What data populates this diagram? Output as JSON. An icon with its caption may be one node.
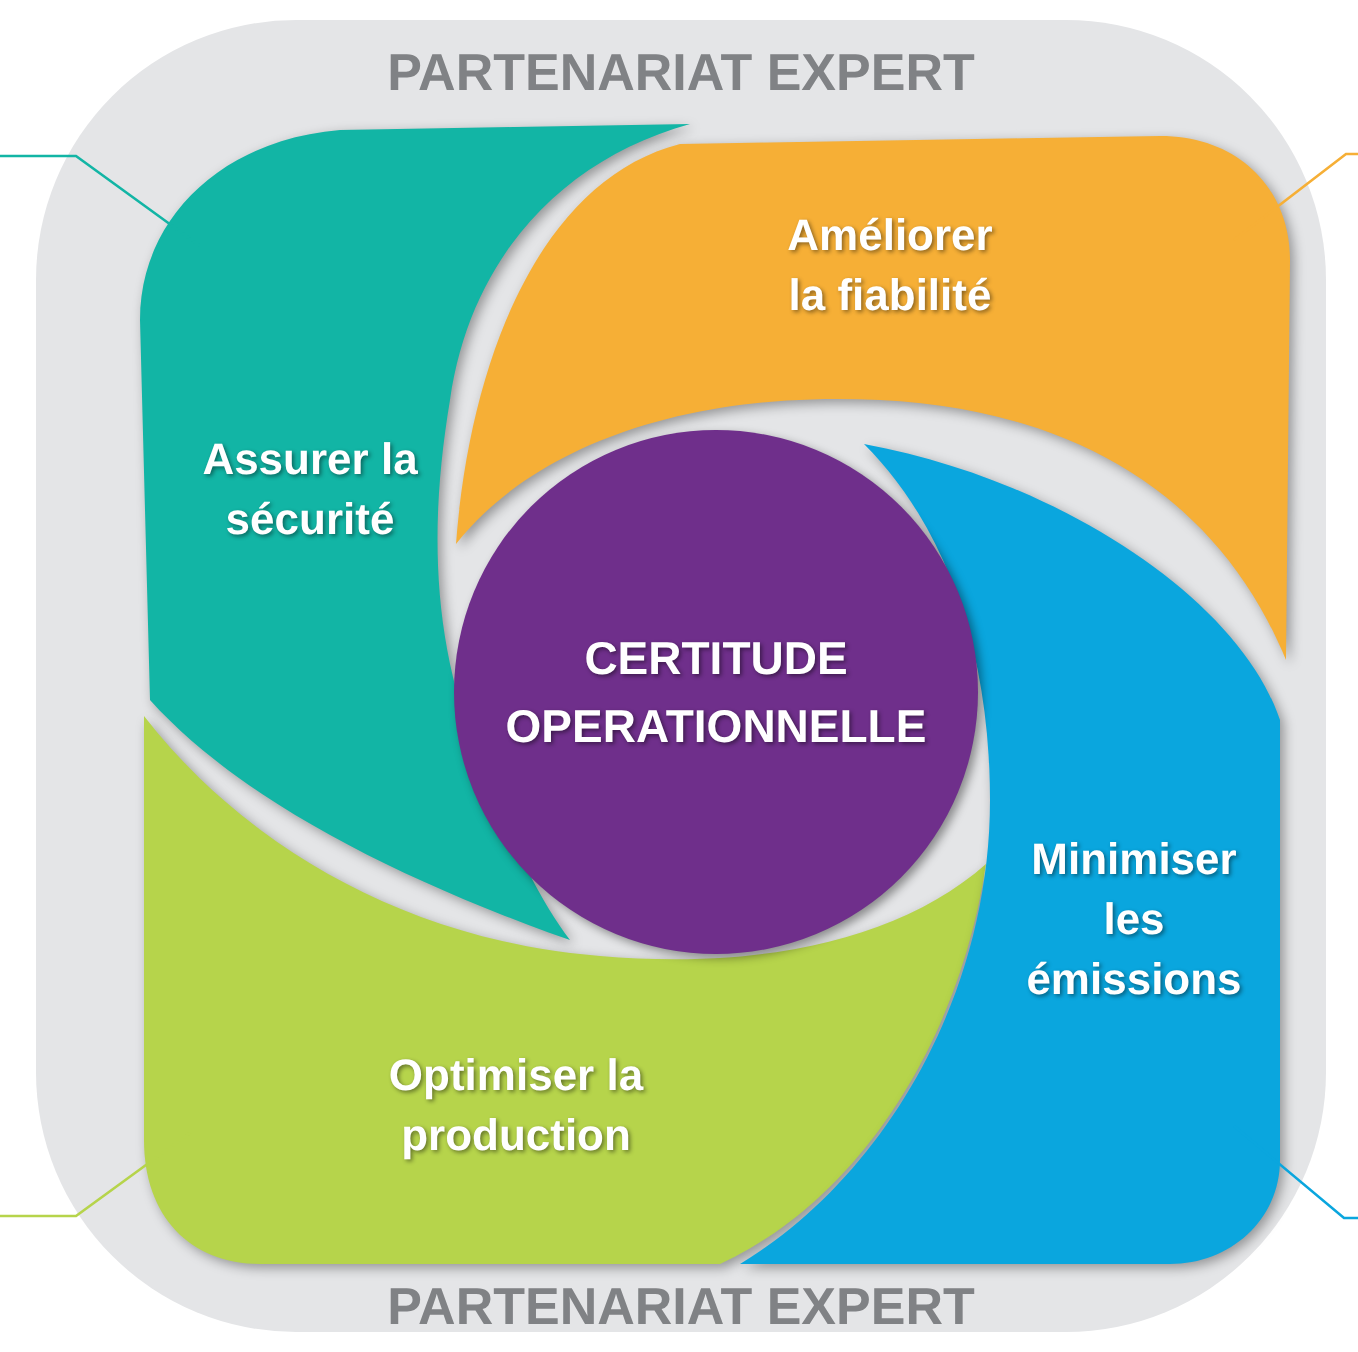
{
  "diagram": {
    "nodes": [
      {
        "text": [
          "PARTENARIAT EXPERT",
          "PARTENARIAT EXPERT"
        ]
      },
      {
        "text": [
          "Assurer la sécurité"
        ],
        "in": 0
      },
      {
        "text": [
          "Améliorer la fiabilité"
        ],
        "in": 0
      },
      {
        "text": [
          "Minimiser les émissions"
        ],
        "in": 0
      },
      {
        "text": [
          "Optimiser la production"
        ],
        "in": 0
      },
      {
        "text": [
          "CERTITUDE OPERATIONNELLE"
        ],
        "in": 0
      }
    ],
    "edges": [
      {
        "from": 1,
        "to": null,
        "arrow": "none",
        "color": "#12b5a5"
      },
      {
        "from": 2,
        "to": null,
        "arrow": "none",
        "color": "#f6af36"
      },
      {
        "from": 4,
        "to": null,
        "arrow": "none",
        "color": "#b6d44b"
      },
      {
        "from": 3,
        "to": null,
        "arrow": "none",
        "color": "#0aa6de"
      }
    ]
  }
}
